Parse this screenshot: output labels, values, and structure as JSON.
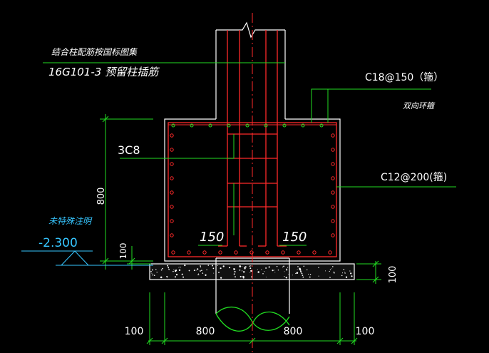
{
  "colors": {
    "background": "#000000",
    "outline": "#ffffff",
    "rebar": "#ff2a2a",
    "centerline": "#ff2a2a",
    "dimension": "#22dd22",
    "leader": "#22dd22",
    "annotation_cyan": "#36c6ff"
  },
  "notes": {
    "note_line1": "结合柱配筋按国标图集",
    "note_line2": "16G101-3 预留柱插筋",
    "stirrup_top": "C18@150（箍）",
    "stirrup_top_sub": "双向环箍",
    "side_bars": "C12@200(箍)",
    "inner_stirrups": "3C8",
    "hook_left": "150",
    "hook_right": "150"
  },
  "elevation": {
    "label": "未特殊注明",
    "value": "-2.300"
  },
  "dimensions": {
    "height_main": "800",
    "height_base": "100",
    "width_left_edge": "100",
    "width_left": "800",
    "width_right": "800",
    "width_right_edge": "100",
    "cushion_thickness": "100"
  }
}
